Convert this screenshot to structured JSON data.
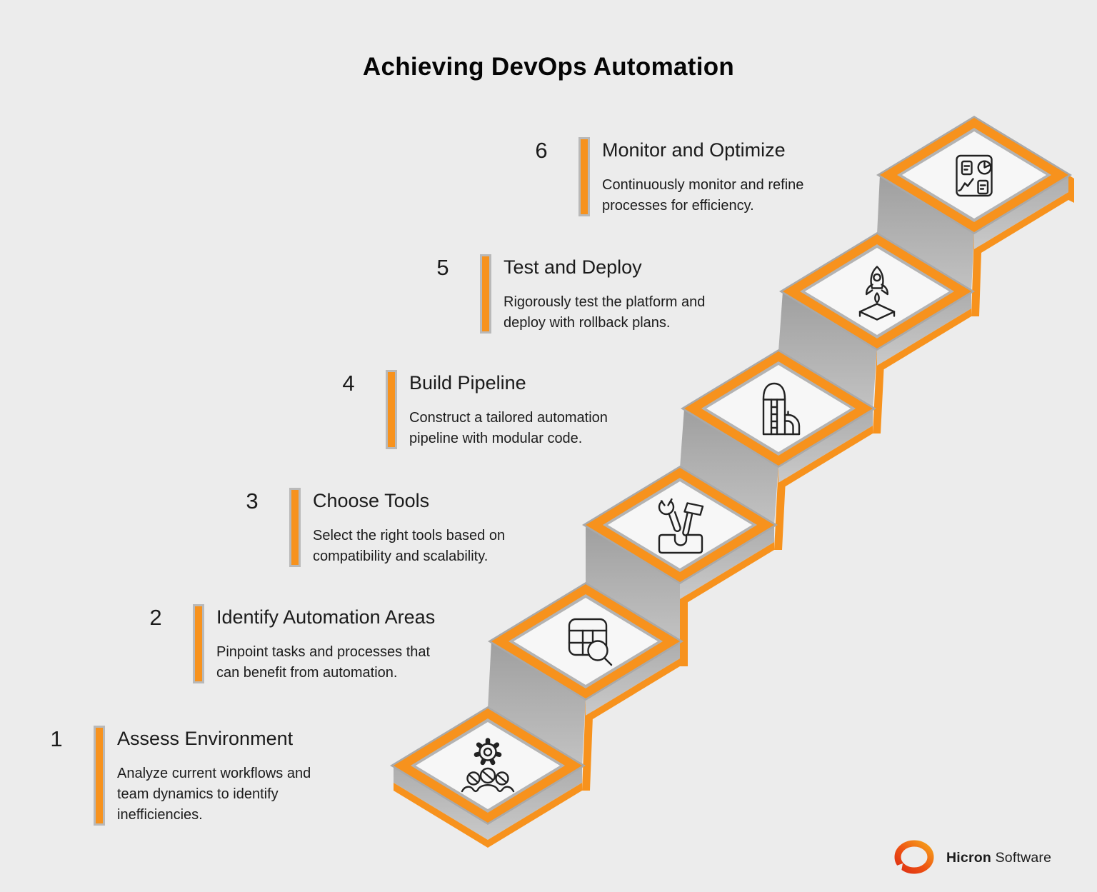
{
  "title": "Achieving DevOps Automation",
  "steps": [
    {
      "number": "1",
      "title": "Assess Environment",
      "description": "Analyze current workflows and\nteam dynamics to identify\ninefficiencies.",
      "icon": "gear-team-icon"
    },
    {
      "number": "2",
      "title": "Identify Automation Areas",
      "description": "Pinpoint tasks and processes that\ncan benefit from automation.",
      "icon": "table-search-icon"
    },
    {
      "number": "3",
      "title": "Choose Tools",
      "description": "Select the right tools based on\ncompatibility and scalability.",
      "icon": "wrench-hammer-icon"
    },
    {
      "number": "4",
      "title": "Build Pipeline",
      "description": "Construct a tailored automation\npipeline with modular code.",
      "icon": "silo-pipeline-icon"
    },
    {
      "number": "5",
      "title": "Test and Deploy",
      "description": "Rigorously test the platform and\ndeploy with rollback plans.",
      "icon": "rocket-launch-icon"
    },
    {
      "number": "6",
      "title": "Monitor and Optimize",
      "description": "Continuously monitor and refine\nprocesses for efficiency.",
      "icon": "dashboard-icon"
    }
  ],
  "footer": {
    "brand_bold": "Hicron",
    "brand_regular": " Software",
    "logo_icon": "hicron-ring-logo"
  },
  "colors": {
    "accent_orange": "#F7921D",
    "wall_gray": "#A9A9A9",
    "skirt_gray": "#B5B5B5",
    "background": "#ECECEC",
    "face_white": "#F7F7F7",
    "text": "#1B1B1B"
  }
}
